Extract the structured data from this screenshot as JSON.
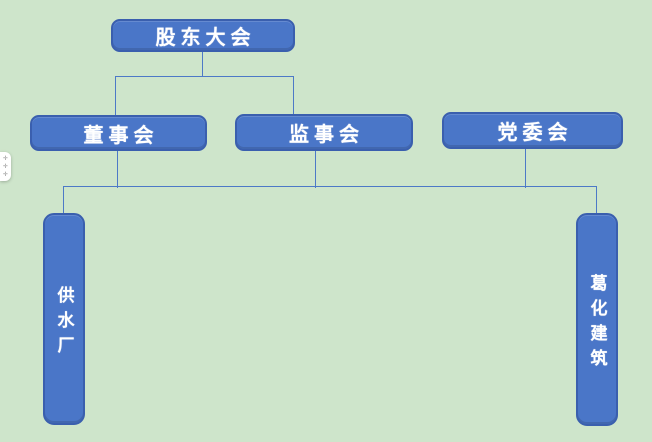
{
  "diagram": {
    "type": "org-chart",
    "nodes": {
      "shareholders_meeting": {
        "label": "股东大会"
      },
      "board_of_directors": {
        "label": "董事会"
      },
      "supervisory_board": {
        "label": "监事会"
      },
      "party_committee": {
        "label": "党委会"
      },
      "water_supply_plant": {
        "label": "供水厂"
      },
      "gehua_construction": {
        "label": "葛化建筑"
      }
    },
    "connections": {
      "top_branch": {
        "parent": "股东大会",
        "children": [
          "董事会",
          "监事会"
        ]
      },
      "bottom_bus": {
        "parents": [
          "董事会",
          "监事会",
          "党委会"
        ],
        "children": [
          "供水厂",
          "葛化建筑"
        ]
      }
    }
  },
  "colors": {
    "background": "#cee5cb",
    "node_fill": "#4a76c8",
    "node_border": "#3a5fae",
    "connector": "#4d79c7",
    "node_text": "#ffffff",
    "handle_background": "#ffffff",
    "handle_dots": "#8a8a8a"
  },
  "left_handle": {
    "glyph": "✛"
  }
}
